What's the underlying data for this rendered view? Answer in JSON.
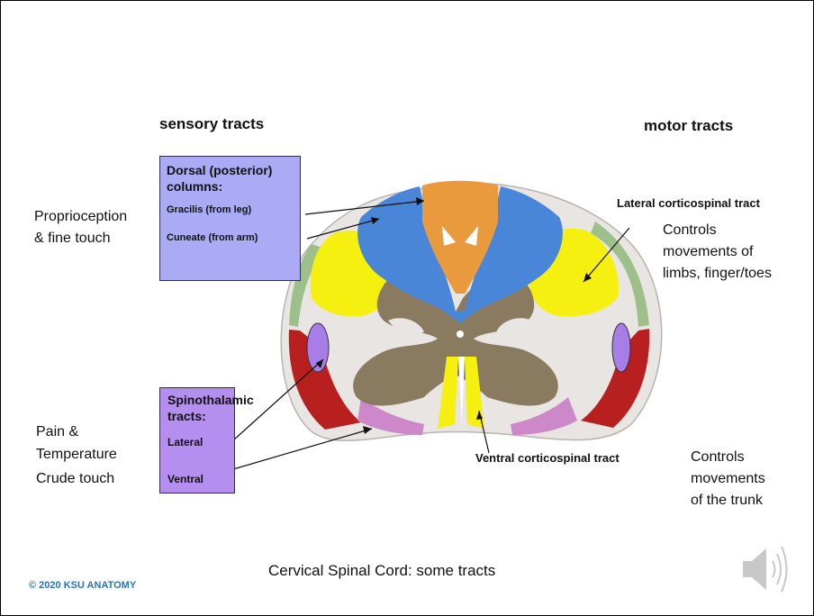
{
  "headings": {
    "sensory": "sensory tracts",
    "motor": "motor tracts"
  },
  "left_labels": {
    "proprioception": [
      "Proprioception",
      "& fine touch"
    ],
    "pain": [
      "Pain &",
      "Temperature",
      "Crude touch"
    ]
  },
  "dorsal_box": {
    "title_line1": "Dorsal (posterior)",
    "title_line2": "columns:",
    "gracilis": "Gracilis (from leg)",
    "cuneate": "Cuneate (from arm)",
    "fill": "#aaaaf5"
  },
  "spino_box": {
    "title_line1": "Spinothalamic",
    "title_line2": "tracts:",
    "lateral": "Lateral",
    "ventral": "Ventral",
    "fill": "#b48ff0"
  },
  "right_labels": {
    "lateral_cst": "Lateral corticospinal tract",
    "lateral_desc": [
      "Controls",
      "movements of",
      "limbs, finger/toes"
    ],
    "ventral_cst": "Ventral  corticospinal tract",
    "ventral_desc": [
      "Controls",
      "movements",
      "of the trunk"
    ]
  },
  "caption": "Cervical Spinal Cord: some tracts",
  "copyright": "© 2020 KSU ANATOMY",
  "colors": {
    "dorsal_column_blue": "#4a86d8",
    "gracilis_orange": "#e89a3c",
    "gray_matter": "#8a7b60",
    "white_matter": "#e8e5e2",
    "lateral_cst_yellow": "#f5f010",
    "spinocerebellar_green": "#9dc08b",
    "spinothalamic_red": "#b82020",
    "lateral_spinothalamic_purple": "#a77de8",
    "ventral_spinothalamic_pink": "#cc88c8"
  }
}
